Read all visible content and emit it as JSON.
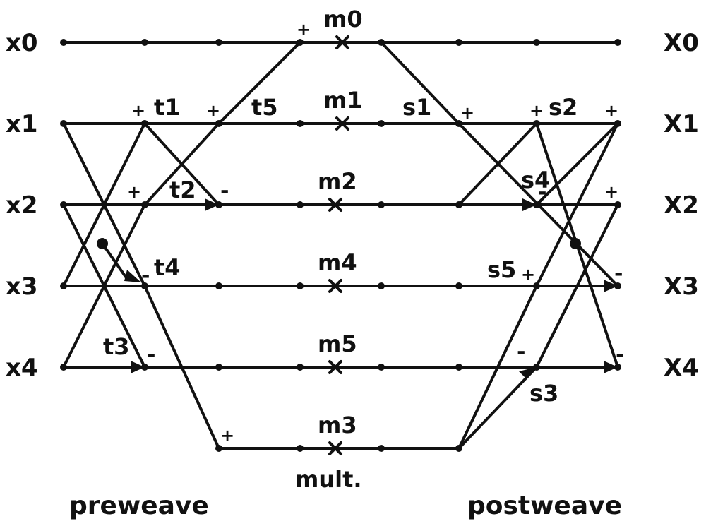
{
  "inputs": [
    "x0",
    "x1",
    "x2",
    "x3",
    "x4"
  ],
  "outputs": [
    "X0",
    "X1",
    "X2",
    "X3",
    "X4"
  ],
  "multipliers": [
    "m0",
    "m1",
    "m2",
    "m4",
    "m5",
    "m3"
  ],
  "pre_nodes": [
    "t1",
    "t2",
    "t3",
    "t4",
    "t5"
  ],
  "post_nodes": [
    "s1",
    "s2",
    "s3",
    "s4",
    "s5"
  ],
  "mult_label": "mult.",
  "section_labels": {
    "pre": "preweave",
    "post": "postweave"
  },
  "sign_plus": "+",
  "sign_minus": "-",
  "colors": {
    "ink": "#111111",
    "background": "#ffffff"
  }
}
